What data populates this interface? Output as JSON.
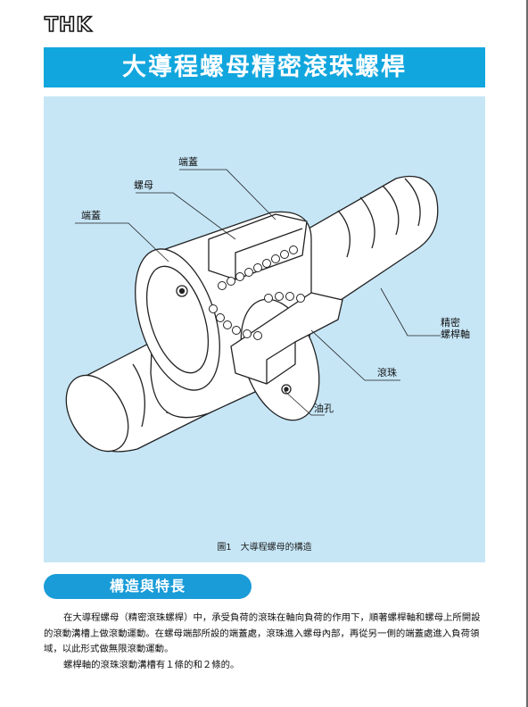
{
  "logo": {
    "text": "THK"
  },
  "title": "大導程螺母精密滾珠螺桿",
  "figure": {
    "labels": {
      "end_cap_top": "端蓋",
      "nut": "螺母",
      "end_cap_left": "端蓋",
      "screw_shaft_line1": "精密",
      "screw_shaft_line2": "螺桿軸",
      "ball": "滾珠",
      "oil_hole": "油孔"
    },
    "caption": "圖1　大導程螺母的構造"
  },
  "section": {
    "title": "構造與特長"
  },
  "paragraphs": [
    "在大導程螺母（精密滾珠螺桿）中，承受負荷的滾珠在軸向負荷的作用下，順著螺桿軸和螺母上所開設的滾動溝槽上做滾動運動。在螺母端部所設的端蓋處，滾珠進入螺母內部，再從另一側的端蓋處進入負荷領域，以此形式做無限滾動運動。",
    "螺桿軸的滾珠滾動溝槽有１條的和２條的。"
  ],
  "colors": {
    "title_bg": "#12a6de",
    "figure_bg": "#c6e6f6",
    "pill_bg": "#1a9cd8"
  }
}
